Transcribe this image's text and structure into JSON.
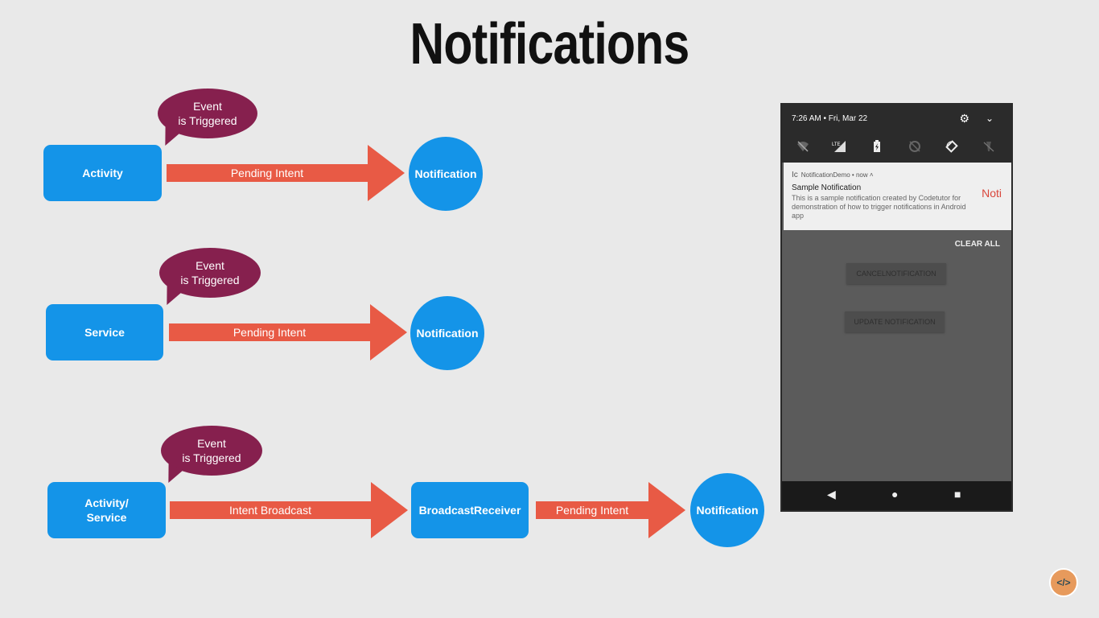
{
  "title": "Notifications",
  "colors": {
    "box": "#1494e8",
    "bubble": "#86204e",
    "arrow": "#e85a45",
    "background": "#e9e9e9"
  },
  "rows": [
    {
      "source": "Activity",
      "bubble_line1": "Event",
      "bubble_line2": "is Triggered",
      "arrow": "Pending Intent",
      "target": "Notification"
    },
    {
      "source": "Service",
      "bubble_line1": "Event",
      "bubble_line2": "is Triggered",
      "arrow": "Pending Intent",
      "target": "Notification"
    },
    {
      "source_line1": "Activity/",
      "source_line2": "Service",
      "bubble_line1": "Event",
      "bubble_line2": "is Triggered",
      "arrow1": "Intent Broadcast",
      "middle": "BroadcastReceiver",
      "arrow2": "Pending Intent",
      "target": "Notification"
    }
  ],
  "phone": {
    "status_time": "7:26 AM • Fri, Mar 22",
    "gear_icon": "⚙",
    "chevron_icon": "⌄",
    "quick_settings": [
      "wifi-off-icon",
      "signal-lte-icon",
      "battery-icon",
      "dnd-off-icon",
      "rotate-icon",
      "flashlight-off-icon"
    ],
    "notification": {
      "app_line": "NotificationDemo • now ˄",
      "app_icon": "Ic",
      "title": "Sample Notification",
      "body": "This is a sample notification created by Codetutor for demonstration of how to trigger notifications in Android app",
      "thumbnail": "Noti"
    },
    "clear_all": "CLEAR ALL",
    "buttons": [
      "CANCELNOTIFICATION",
      "UPDATE NOTIFICATION"
    ],
    "nav": {
      "back": "◀",
      "home": "●",
      "recents": "■"
    }
  }
}
